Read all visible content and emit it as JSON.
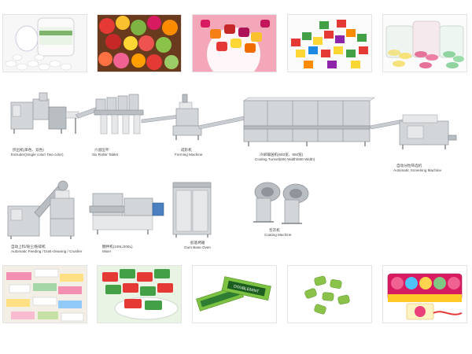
{
  "labels": {
    "extruder": "挤出机(单色、双色)",
    "extruder_en": "Extruder(Single color/ Two color)",
    "six_roller": "六道压平",
    "six_roller_en": "Six Roller Tablet",
    "forming": "成形机",
    "forming_en": "Forming Machine",
    "cooling": "冷却输送机(600宽、800宽)",
    "cooling_en": "Cooling Tunnel(600 Width/800 Width)",
    "screening": "自动分粒筛选机",
    "screening_en": "Automatic Screening Machine",
    "feeding": "自动上料/除尘/粉碎机",
    "feeding_en": "Automatic Feeding / Dust-cleaning / Crusher",
    "mixer": "糖拌机(100L/200L)",
    "mixer_en": "Mixer",
    "oven": "胶基烤箱",
    "oven_en": "Gum Base Oven",
    "coating": "包衣机",
    "coating_en": "Coating Machine"
  },
  "gum_pack_text": "DOUBLEMINT"
}
